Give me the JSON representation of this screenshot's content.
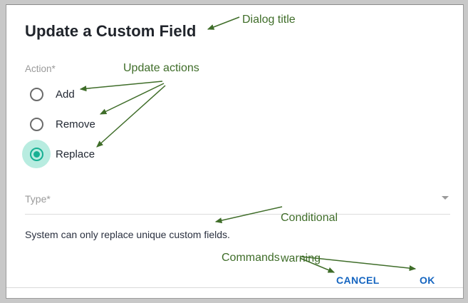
{
  "dialog": {
    "title": "Update a Custom Field",
    "action_label": "Action*",
    "radio_options": [
      {
        "label": "Add",
        "selected": false
      },
      {
        "label": "Remove",
        "selected": false
      },
      {
        "label": "Replace",
        "selected": true
      }
    ],
    "select": {
      "label": "Type*",
      "value": "",
      "caret_icon": "chevron-down-icon"
    },
    "warning_text": "System can only replace unique custom fields.",
    "buttons": {
      "cancel": "CANCEL",
      "ok": "OK"
    }
  },
  "annotations": {
    "dialog_title": "Dialog title",
    "update_actions": "Update actions",
    "conditional_warning_line1": "Conditional",
    "conditional_warning_line2": "warning",
    "commands": "Commands"
  },
  "colors": {
    "accent_teal": "#17b093",
    "ripple_teal": "#b8ece0",
    "button_blue": "#1565c0",
    "annotation_green": "#3f6d29",
    "label_gray": "#9a9a9a",
    "text_dark": "#222833",
    "border_gray": "#9b9b9b"
  }
}
